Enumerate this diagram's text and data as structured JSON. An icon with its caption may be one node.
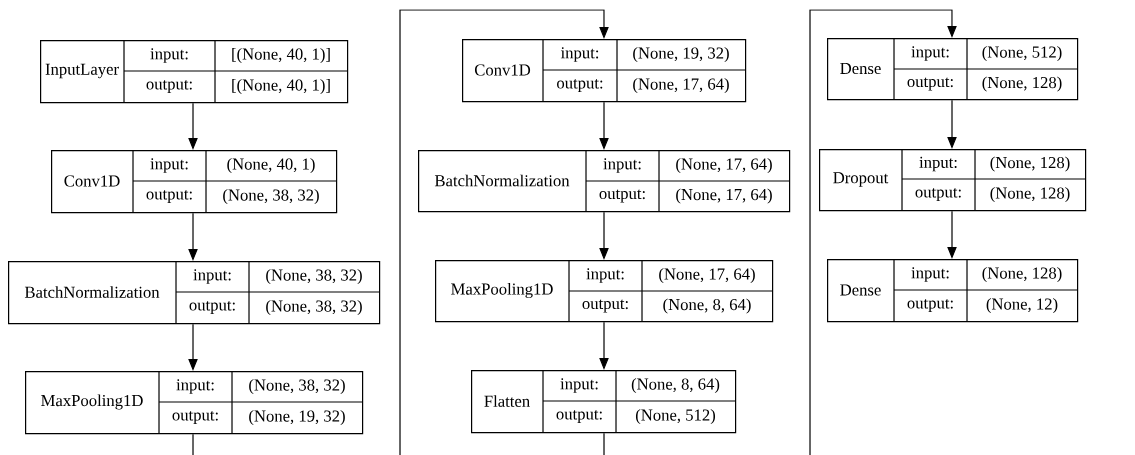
{
  "diagram": {
    "nodes": [
      {
        "text": [
          "InputLayer",
          "input:",
          "[(None, 40, 1)]",
          "output:",
          "[(None, 40, 1)]"
        ]
      },
      {
        "text": [
          "Conv1D",
          "input:",
          "(None, 40, 1)",
          "output:",
          "(None, 38, 32)"
        ]
      },
      {
        "text": [
          "BatchNormalization",
          "input:",
          "(None, 38, 32)",
          "output:",
          "(None, 38, 32)"
        ]
      },
      {
        "text": [
          "MaxPooling1D",
          "input:",
          "(None, 38, 32)",
          "output:",
          "(None, 19, 32)"
        ]
      },
      {
        "text": [
          "Conv1D",
          "input:",
          "(None, 19, 32)",
          "output:",
          "(None, 17, 64)"
        ]
      },
      {
        "text": [
          "BatchNormalization",
          "input:",
          "(None, 17, 64)",
          "output:",
          "(None, 17, 64)"
        ]
      },
      {
        "text": [
          "MaxPooling1D",
          "input:",
          "(None, 17, 64)",
          "output:",
          "(None, 8, 64)"
        ]
      },
      {
        "text": [
          "Flatten",
          "input:",
          "(None, 8, 64)",
          "output:",
          "(None, 512)"
        ]
      },
      {
        "text": [
          "Dense",
          "input:",
          "(None, 512)",
          "output:",
          "(None, 128)"
        ]
      },
      {
        "text": [
          "Dropout",
          "input:",
          "(None, 128)",
          "output:",
          "(None, 128)"
        ]
      },
      {
        "text": [
          "Dense",
          "input:",
          "(None, 128)",
          "output:",
          "(None, 12)"
        ]
      }
    ],
    "edges": [
      {
        "from": 0,
        "to": 1,
        "arrow": "to"
      },
      {
        "from": 1,
        "to": 2,
        "arrow": "to"
      },
      {
        "from": 2,
        "to": 3,
        "arrow": "to"
      },
      {
        "from": 3,
        "to": 4,
        "arrow": "to"
      },
      {
        "from": 4,
        "to": 5,
        "arrow": "to"
      },
      {
        "from": 5,
        "to": 6,
        "arrow": "to"
      },
      {
        "from": 6,
        "to": 7,
        "arrow": "to"
      },
      {
        "from": 7,
        "to": 8,
        "arrow": "to"
      },
      {
        "from": 8,
        "to": 9,
        "arrow": "to"
      },
      {
        "from": 9,
        "to": 10,
        "arrow": "to"
      }
    ]
  }
}
